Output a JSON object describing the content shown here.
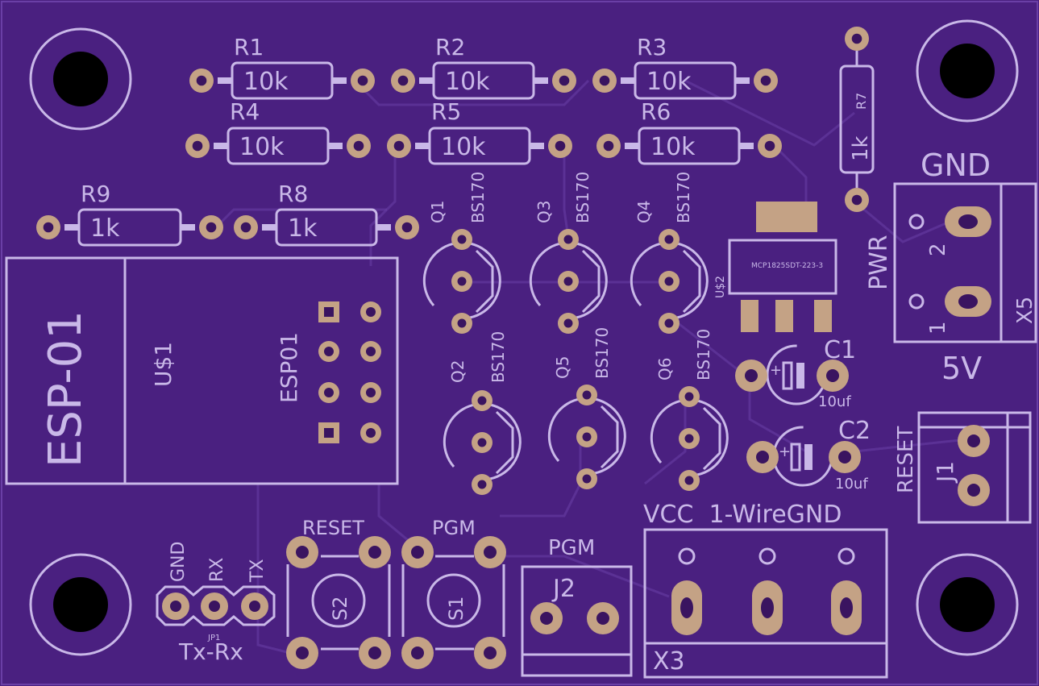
{
  "board": {
    "background": "#4a2080",
    "silkscreen_color": "#c9b8e8",
    "pad_color": "#c4a285"
  },
  "resistors": [
    {
      "ref": "R1",
      "value": "10k"
    },
    {
      "ref": "R2",
      "value": "10k"
    },
    {
      "ref": "R3",
      "value": "10k"
    },
    {
      "ref": "R4",
      "value": "10k"
    },
    {
      "ref": "R5",
      "value": "10k"
    },
    {
      "ref": "R6",
      "value": "10k"
    },
    {
      "ref": "R7",
      "value": "1k"
    },
    {
      "ref": "R8",
      "value": "1k"
    },
    {
      "ref": "R9",
      "value": "1k"
    }
  ],
  "transistors": [
    {
      "ref": "Q1",
      "part": "BS170"
    },
    {
      "ref": "Q3",
      "part": "BS170"
    },
    {
      "ref": "Q4",
      "part": "BS170"
    },
    {
      "ref": "Q2",
      "part": "BS170"
    },
    {
      "ref": "Q5",
      "part": "BS170"
    },
    {
      "ref": "Q6",
      "part": "BS170"
    }
  ],
  "esp": {
    "outline_label": "ESP-01",
    "ref": "U$1",
    "part": "ESP01"
  },
  "regulator": {
    "ref": "U$2",
    "part": "MCP1825SDT-223-3"
  },
  "caps": [
    {
      "ref": "C1",
      "value": "10uf"
    },
    {
      "ref": "C2",
      "value": "10uf"
    }
  ],
  "power_connector": {
    "ref": "X5",
    "top": "GND",
    "bottom": "5V",
    "side": "PWR",
    "pin1": "1",
    "pin2": "2"
  },
  "reset_connector": {
    "ref": "J1",
    "label": "RESET"
  },
  "onewire": {
    "ref": "X3",
    "label": "VCC  1-WireGND"
  },
  "pgm_jumper": {
    "ref": "J2",
    "label": "PGM"
  },
  "switches": [
    {
      "ref": "S2",
      "label": "RESET"
    },
    {
      "ref": "S1",
      "label": "PGM"
    }
  ],
  "header": {
    "ref": "JP1",
    "pins": [
      "GND",
      "RX",
      "TX"
    ],
    "caption": "Tx-Rx"
  }
}
